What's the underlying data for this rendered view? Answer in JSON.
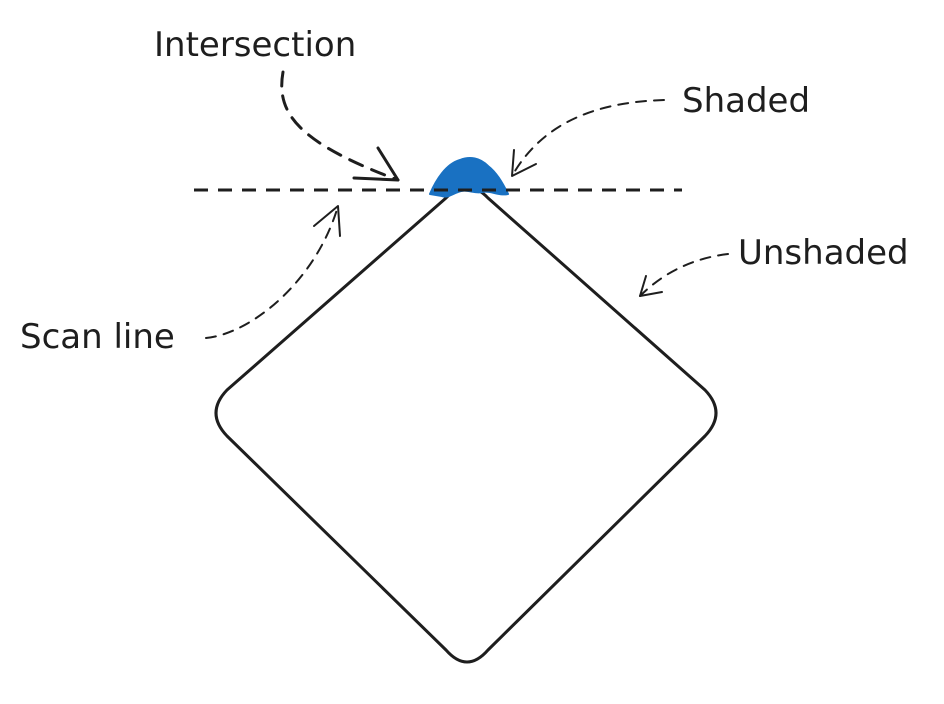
{
  "labels": {
    "intersection": "Intersection",
    "shaded": "Shaded",
    "unshaded": "Unshaded",
    "scan_line": "Scan line"
  },
  "colors": {
    "stroke": "#1e1e1e",
    "shaded_fill": "#1971c2",
    "background": "#ffffff"
  },
  "shapes": {
    "main": "rounded-diamond",
    "scan_line_style": "dashed",
    "arrow_style": "dashed-curved"
  }
}
